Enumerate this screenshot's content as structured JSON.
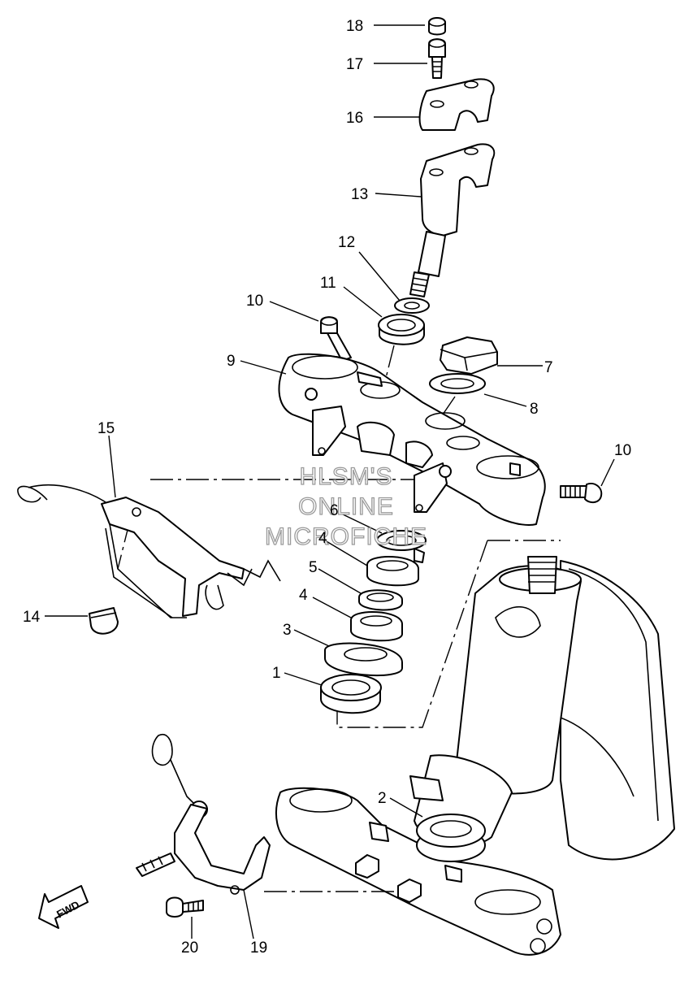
{
  "watermark": {
    "lines": [
      "HLSM'S",
      "ONLINE",
      "MICROFICHE"
    ],
    "color": "#9a9a9a"
  },
  "fwd_label": "FWD",
  "callouts": [
    {
      "id": "c18",
      "text": "18"
    },
    {
      "id": "c17",
      "text": "17"
    },
    {
      "id": "c16",
      "text": "16"
    },
    {
      "id": "c13",
      "text": "13"
    },
    {
      "id": "c12",
      "text": "12"
    },
    {
      "id": "c11",
      "text": "11"
    },
    {
      "id": "c10a",
      "text": "10"
    },
    {
      "id": "c9",
      "text": "9"
    },
    {
      "id": "c7",
      "text": "7"
    },
    {
      "id": "c8",
      "text": "8"
    },
    {
      "id": "c15",
      "text": "15"
    },
    {
      "id": "c10b",
      "text": "10"
    },
    {
      "id": "c6",
      "text": "6"
    },
    {
      "id": "c4a",
      "text": "4"
    },
    {
      "id": "c5",
      "text": "5"
    },
    {
      "id": "c4b",
      "text": "4"
    },
    {
      "id": "c3",
      "text": "3"
    },
    {
      "id": "c1",
      "text": "1"
    },
    {
      "id": "c14",
      "text": "14"
    },
    {
      "id": "c2",
      "text": "2"
    },
    {
      "id": "c20",
      "text": "20"
    },
    {
      "id": "c19",
      "text": "19"
    }
  ]
}
